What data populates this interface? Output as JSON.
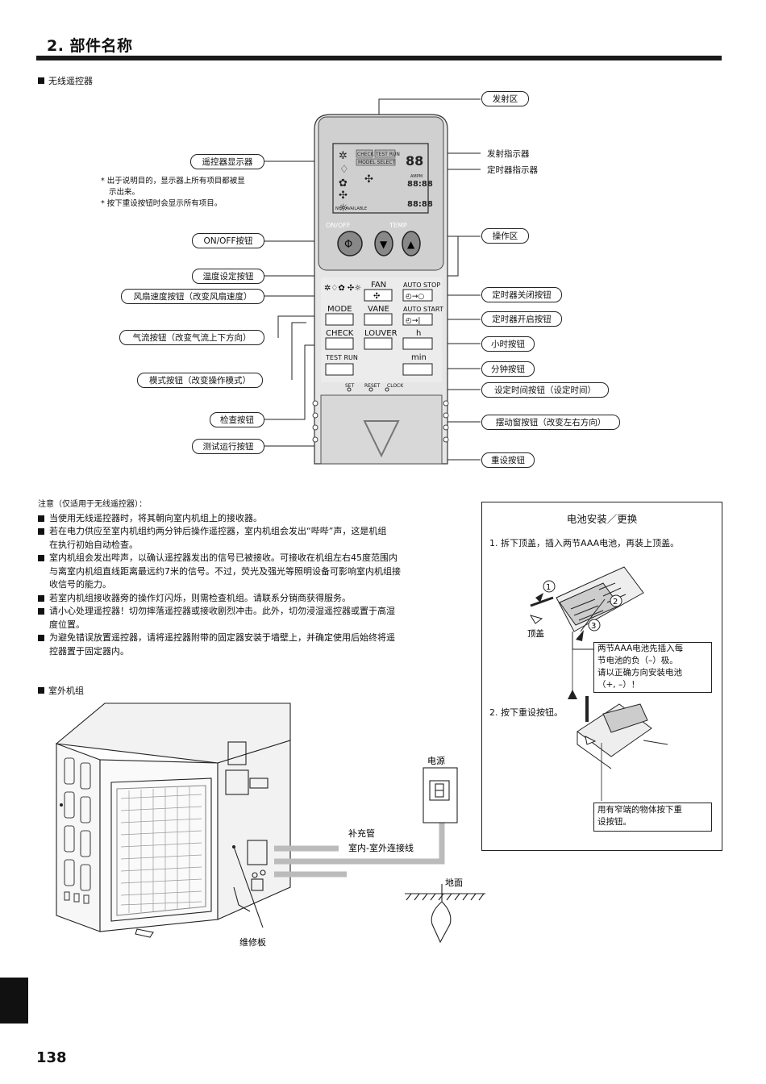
{
  "header": {
    "title": "2. 部件名称"
  },
  "remote": {
    "section": "无线遥控器",
    "labels": {
      "emitter": "发射区",
      "display": "遥控器显示器",
      "tx_indicator": "发射指示器",
      "timer_indicator": "定时器指示器",
      "onoff": "ON/OFF按钮",
      "operation": "操作区",
      "temp": "温度设定按钮",
      "fan": "风扇速度按钮（改变风扇速度）",
      "timer_off": "定时器关闭按钮",
      "timer_on": "定时器开启按钮",
      "vane": "气流按钮（改变气流上下方向）",
      "hour": "小时按钮",
      "mode": "模式按钮（改变操作模式）",
      "minute": "分钟按钮",
      "clock": "设定时间按钮（设定时间）",
      "check": "检查按钮",
      "louver": "摆动窗按钮（改变左右方向）",
      "testrun": "测试运行按钮",
      "reset": "重设按钮"
    },
    "display_notes": [
      "* 出于说明目的，显示器上所有项目都被显",
      "示出来。",
      "* 按下重设按钮时会显示所有项目。"
    ],
    "buttons": {
      "onoff": "ON/OFF",
      "temp": "TEMP",
      "fan": "FAN",
      "mode": "MODE",
      "vane": "VANE",
      "check": "CHECK",
      "louver": "LOUVER",
      "testrun": "TEST RUN",
      "autostop": "AUTO STOP",
      "autostart": "AUTO START",
      "h": "h",
      "min": "min",
      "set": "SET",
      "reset": "RESET",
      "clock": "CLOCK"
    },
    "lcd": {
      "check": "CHECK",
      "testrun": "TEST RUN",
      "model_select": "MODEL SELECT",
      "not_available": "NOT AVAILABLE",
      "ampm": "AMPM",
      "digits": "88:88"
    }
  },
  "notes": {
    "heading": "注意（仅适用于无线遥控器）：",
    "items": [
      [
        "当使用无线遥控器时，将其朝向室内机组上的接收器。"
      ],
      [
        "若在电力供应至室内机组约两分钟后操作遥控器，室内机组会发出“哔哔”声，这是机组",
        "在执行初始自动检查。"
      ],
      [
        "室内机组会发出哔声，以确认遥控器发出的信号已被接收。可接收在机组左右45度范围内",
        "与离室内机组直线距离最远约7米的信号。不过，荧光及强光等照明设备可影响室内机组接",
        "收信号的能力。"
      ],
      [
        "若室内机组接收器旁的操作灯闪烁，则需检查机组。请联系分销商获得服务。"
      ],
      [
        "请小心处理遥控器！切勿摔落遥控器或接收剧烈冲击。此外，切勿浸湿遥控器或置于高湿",
        "度位置。"
      ],
      [
        "为避免错误放置遥控器，请将遥控器附带的固定器安装于墙壁上，并确定使用后始终将遥",
        "控器置于固定器内。"
      ]
    ]
  },
  "battery": {
    "title": "电池安装／更换",
    "step1": "1. 拆下顶盖，插入两节AAA电池，再装上顶盖。",
    "cover_label": "顶盖",
    "battery_note": [
      "两节AAA电池先插入每",
      "节电池的负（–）极。",
      "请以正确方向安装电池",
      "（+, –）！"
    ],
    "step2": "2. 按下重设按钮。",
    "reset_note": [
      "用有窄端的物体按下重",
      "设按钮。"
    ],
    "nums": [
      "1",
      "2",
      "3"
    ]
  },
  "outdoor": {
    "section": "室外机组",
    "power": "电源",
    "pipe1": "补充管",
    "pipe2": "室内-室外连接线",
    "ground": "地面",
    "service_panel": "维修板"
  },
  "footer": {
    "page": "138"
  }
}
